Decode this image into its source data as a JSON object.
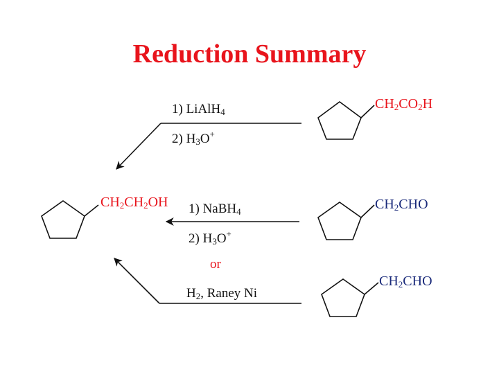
{
  "title": "Reduction Summary",
  "colors": {
    "title": "#e8141c",
    "product": "#e8141c",
    "aldehyde": "#1a2a7a",
    "text": "#111111"
  },
  "reaction_1": {
    "step1": {
      "pre": "1) LiAlH",
      "sub": "4"
    },
    "step2": {
      "pre": "2) H",
      "sub": "3",
      "post": "O",
      "sup": "+"
    },
    "substrate": {
      "a": "CH",
      "a_sub": "2",
      "b": "CO",
      "b_sub": "2",
      "c": "H"
    }
  },
  "product": {
    "a": "CH",
    "a_sub": "2",
    "b": "CH",
    "b_sub": "2",
    "c": "OH"
  },
  "reaction_2": {
    "step1": {
      "pre": "1) NaBH",
      "sub": "4"
    },
    "step2": {
      "pre": "2) H",
      "sub": "3",
      "post": "O",
      "sup": "+"
    },
    "or": "or",
    "alt": {
      "pre": "H",
      "sub": "2",
      "post": ", Raney Ni"
    },
    "substrate_top": {
      "a": "CH",
      "a_sub": "2",
      "b": "CHO"
    },
    "substrate_bottom": {
      "a": "CH",
      "a_sub": "2",
      "b": "CHO"
    }
  }
}
